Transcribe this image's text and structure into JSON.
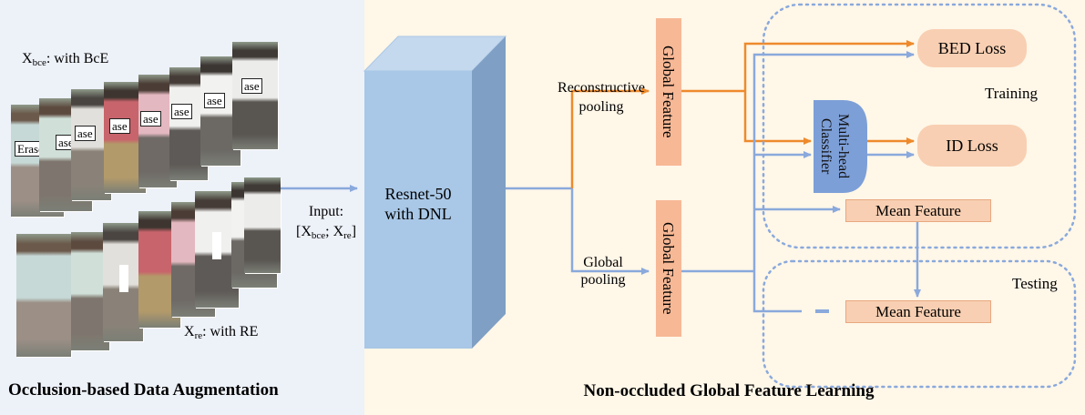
{
  "left_panel": {
    "caption": "Occlusion-based Data Augmentation",
    "top_set": {
      "label_main": "X",
      "label_sub": "bce",
      "label_rest": ": with BcE",
      "erase_first": "Erase",
      "erase_partial": "ase"
    },
    "bottom_set": {
      "label_main": "X",
      "label_sub": "re",
      "label_rest": ": with RE"
    }
  },
  "input": {
    "line1": "Input:",
    "prefix": "[X",
    "sub1": "bce",
    "mid": "; X",
    "sub2": "re",
    "suffix": "]"
  },
  "backbone": {
    "line1": "Resnet-50",
    "line2": "with DNL"
  },
  "branches": {
    "reconstructive_l1": "Reconstructive",
    "reconstructive_l2": "pooling",
    "global_l1": "Global",
    "global_l2": "pooling",
    "feature_label": "Global Feature"
  },
  "classifier": {
    "line1": "Multi-head",
    "line2": "Classifier"
  },
  "losses": {
    "bed": "BED Loss",
    "id": "ID Loss"
  },
  "mean_feature": "Mean Feature",
  "groups": {
    "training": "Training",
    "testing": "Testing"
  },
  "right_panel": {
    "caption": "Non-occluded Global Feature Learning"
  },
  "colors": {
    "orange": "#ee8a2c",
    "blue": "#8aa9dc",
    "block": "#aac8e6",
    "feature": "#f7b896",
    "loss": "#f8cfb2",
    "classifier": "#7d9fd8"
  }
}
